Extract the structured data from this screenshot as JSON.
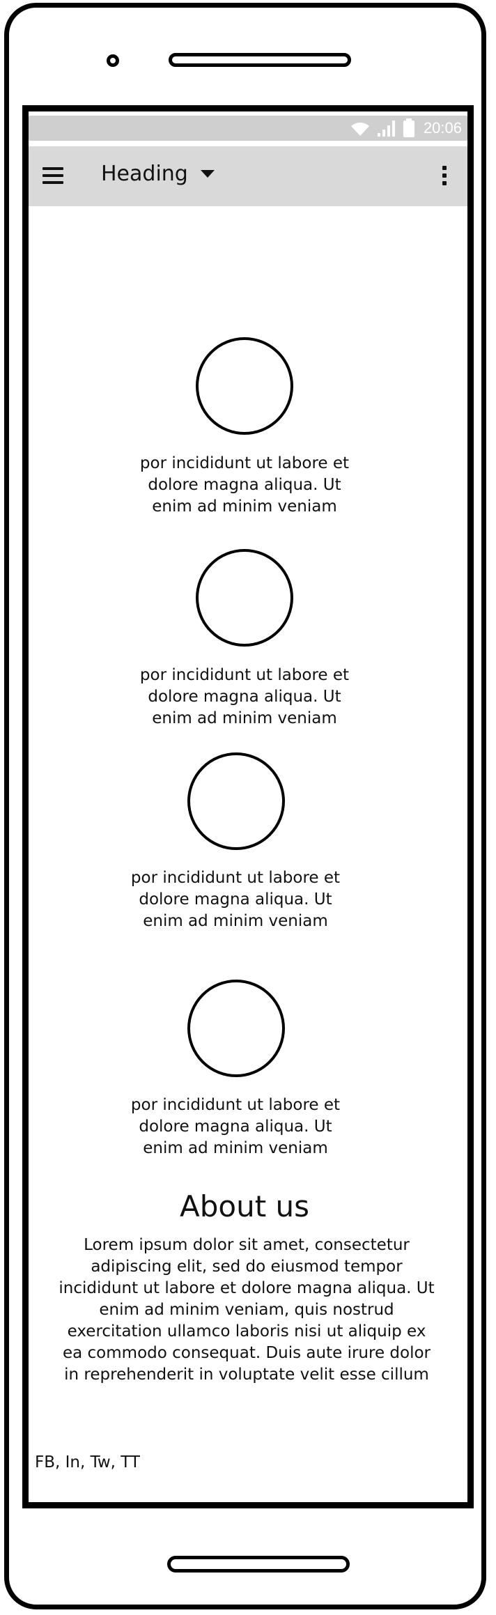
{
  "status_bar": {
    "time": "20:06",
    "icons": [
      "wifi-icon",
      "signal-icon",
      "battery-icon"
    ]
  },
  "app_bar": {
    "menu_icon": "hamburger-menu-icon",
    "heading": "Heading",
    "dropdown_icon": "caret-down-icon",
    "overflow_icon": "vertical-dots-icon"
  },
  "features": [
    {
      "text_lines": [
        "por incididunt ut labore et",
        "dolore magna aliqua. Ut",
        "enim ad minim veniam"
      ]
    },
    {
      "text_lines": [
        "por incididunt ut labore et",
        "dolore magna aliqua. Ut",
        "enim ad minim veniam"
      ]
    },
    {
      "text_lines": [
        "por incididunt ut labore et",
        "dolore magna aliqua. Ut",
        "enim ad minim veniam"
      ]
    },
    {
      "text_lines": [
        "por incididunt ut labore et",
        "dolore magna aliqua. Ut",
        "enim ad minim veniam"
      ]
    }
  ],
  "about": {
    "title": "About us",
    "body_lines": [
      "Lorem ipsum dolor sit amet, consectetur",
      "adipiscing elit, sed do eiusmod tempor",
      "incididunt ut labore et dolore magna aliqua. Ut",
      "enim ad minim veniam, quis nostrud",
      "exercitation ullamco laboris nisi ut aliquip ex",
      "ea commodo consequat. Duis aute irure dolor",
      "in reprehenderit in voluptate velit esse cillum"
    ]
  },
  "footer": {
    "social_links": "FB, In, Tw, TT"
  }
}
